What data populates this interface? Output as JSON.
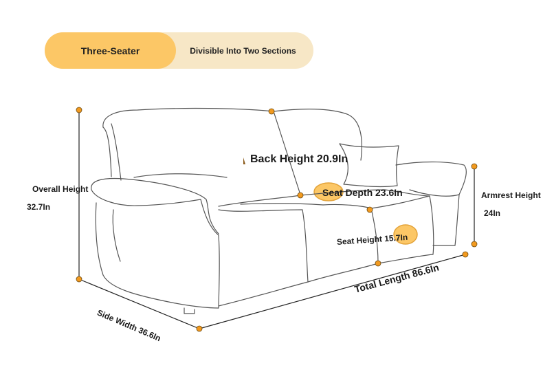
{
  "tabs": {
    "active_label": "Three-Seater",
    "inactive_label": "Divisible Into Two Sections"
  },
  "colors": {
    "accent": "#fcc766",
    "accent_light": "#f7e7c6",
    "marker": "#f29a1f",
    "line": "#333333"
  },
  "dimensions": {
    "overall_height_label": "Overall Height",
    "overall_height_value": "32.7In",
    "back_height": "Back Height 20.9In",
    "seat_depth": "Seat Depth 23.6In",
    "seat_height": "Seat Height 15.7In",
    "armrest_height_label": "Armrest Height",
    "armrest_height_value": "24In",
    "total_length": "Total Length 86.6In",
    "side_width": "Side Width 36.6In"
  }
}
